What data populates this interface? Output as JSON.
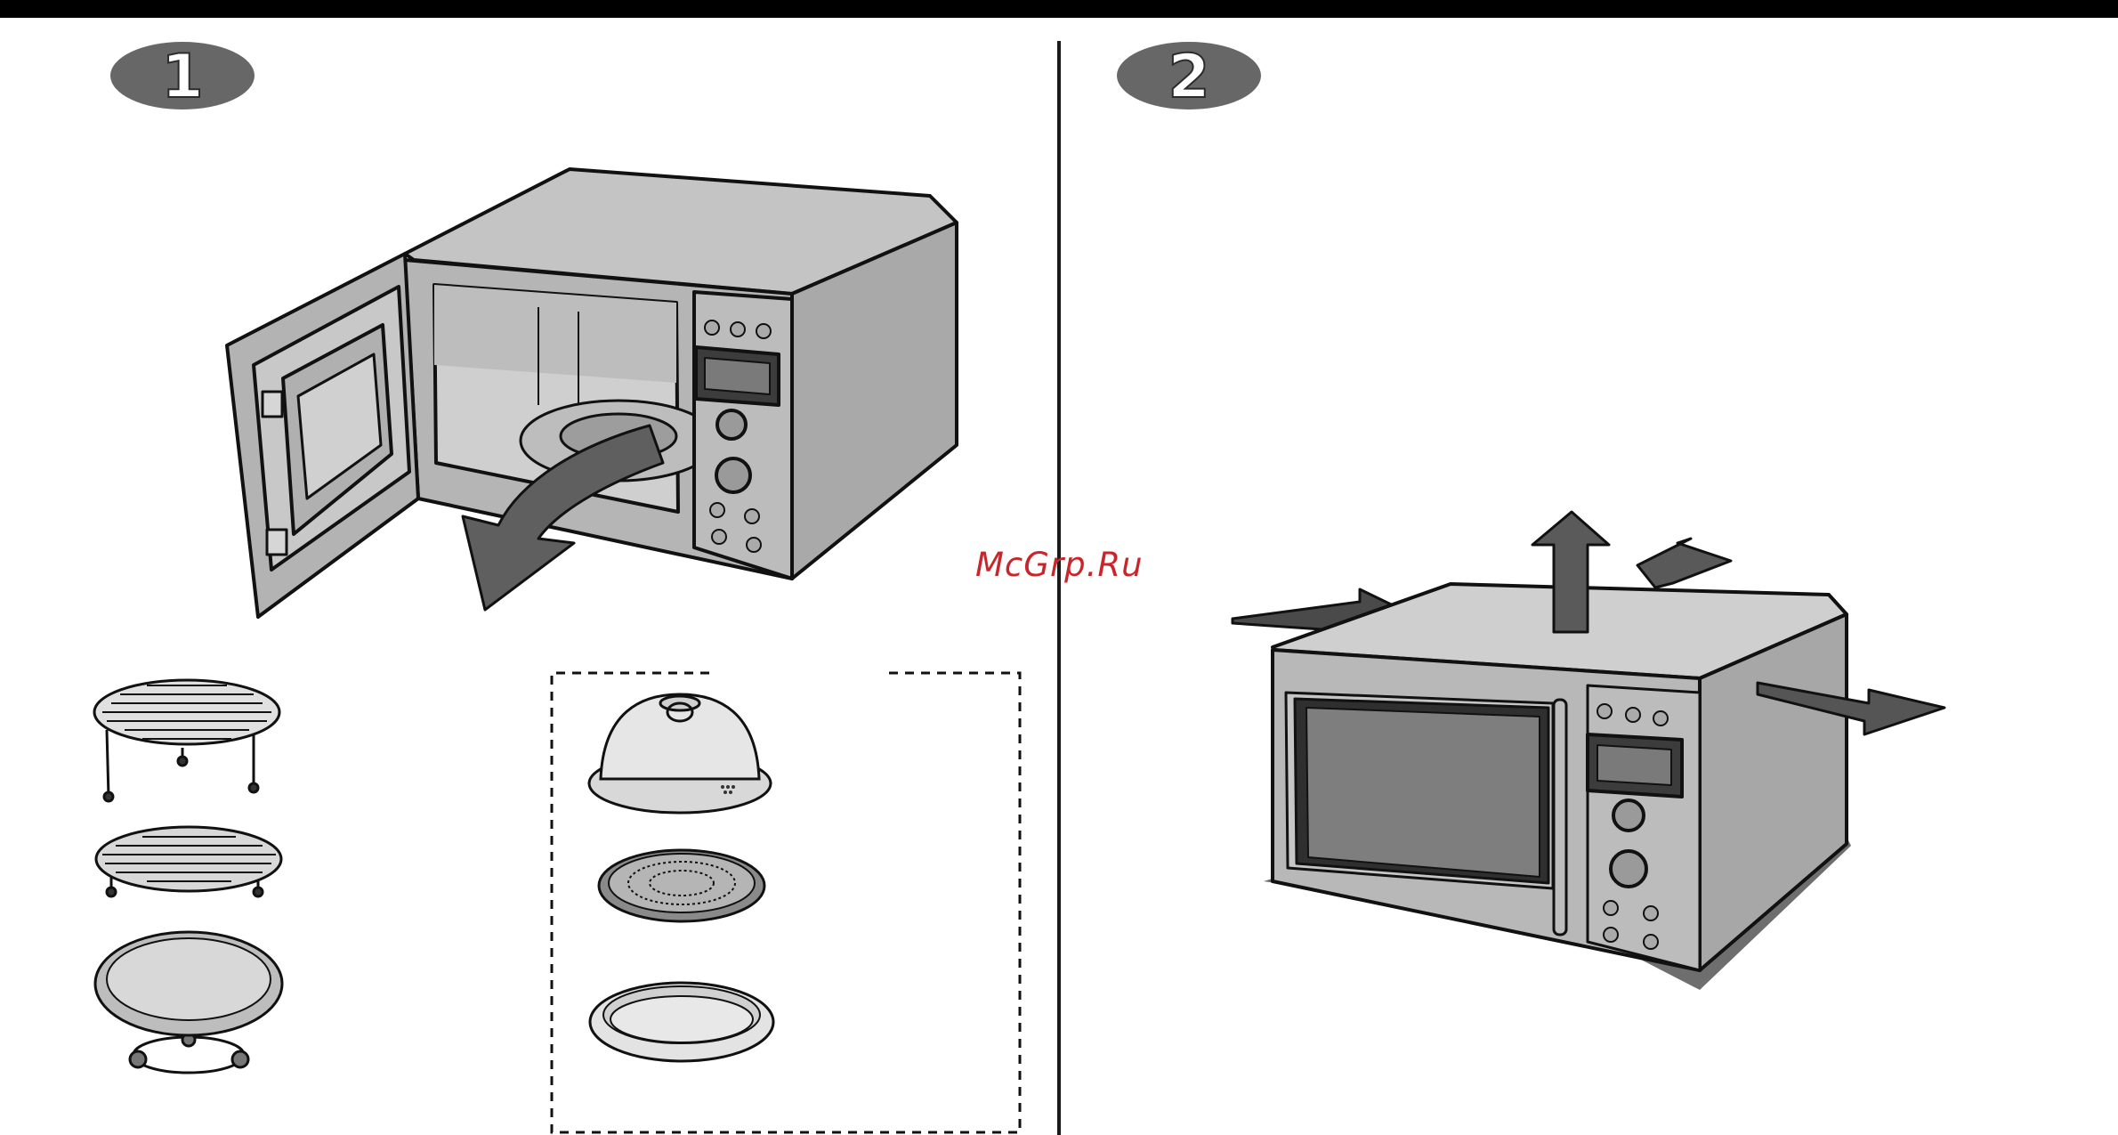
{
  "page": {
    "steps": [
      {
        "number": "1"
      },
      {
        "number": "2"
      }
    ],
    "watermark": "McGrp.Ru",
    "icons": {
      "step1_illustration": "microwave-open-door-icon",
      "step2_illustration": "microwave-ventilation-clearance-icon",
      "accessories": [
        "high-rack-icon",
        "low-rack-icon",
        "turntable-with-roller-ring-icon"
      ],
      "optional_accessories": [
        "dome-cover-icon",
        "crisp-plate-icon",
        "baking-dish-icon"
      ]
    },
    "colors": {
      "appliance_body": "#b7b7b7",
      "arrow_fill": "#5f5f5f",
      "badge_fill": "#676767",
      "watermark": "#c9262b"
    }
  }
}
